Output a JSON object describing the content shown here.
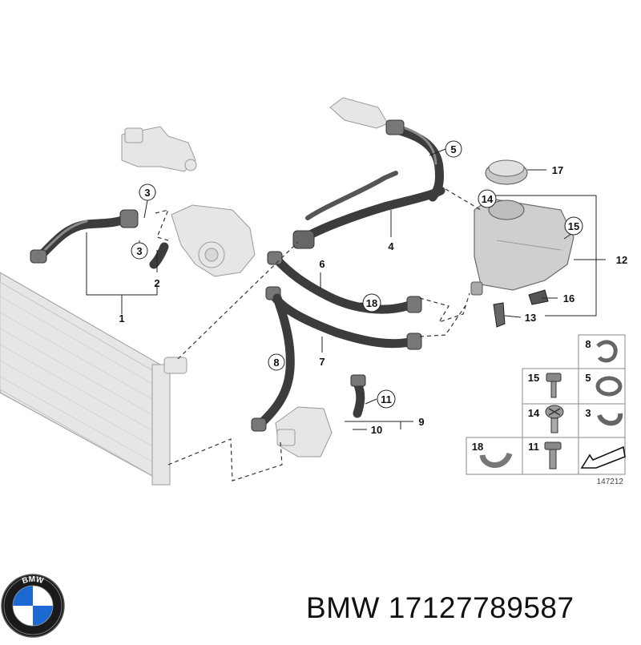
{
  "parts_diagram": {
    "callouts": [
      "1",
      "2",
      "3",
      "3",
      "4",
      "5",
      "6",
      "7",
      "8",
      "9",
      "10",
      "11",
      "12",
      "13",
      "14",
      "15",
      "16",
      "17",
      "18"
    ],
    "inset_labels": [
      "8",
      "15",
      "5",
      "14",
      "3",
      "18",
      "11"
    ],
    "reference_code": "147212"
  },
  "brand": {
    "logo_text": "BMW",
    "caption": "BMW 17127789587"
  }
}
